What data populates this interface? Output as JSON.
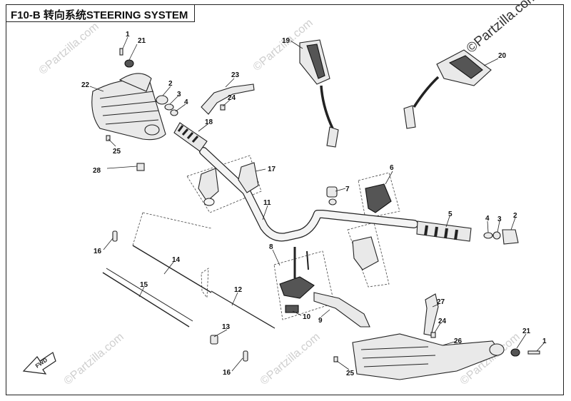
{
  "title": "F10-B 转向系统STEERING SYSTEM",
  "watermark_text": "©Partzilla.com",
  "direction_badge": "FWD",
  "callouts": [
    {
      "id": "c1a",
      "label": "1"
    },
    {
      "id": "c21a",
      "label": "21"
    },
    {
      "id": "c22",
      "label": "22"
    },
    {
      "id": "c2a",
      "label": "2"
    },
    {
      "id": "c3a",
      "label": "3"
    },
    {
      "id": "c4a",
      "label": "4"
    },
    {
      "id": "c23",
      "label": "23"
    },
    {
      "id": "c24a",
      "label": "24"
    },
    {
      "id": "c18",
      "label": "18"
    },
    {
      "id": "c25a",
      "label": "25"
    },
    {
      "id": "c19",
      "label": "19"
    },
    {
      "id": "c20",
      "label": "20"
    },
    {
      "id": "c28",
      "label": "28"
    },
    {
      "id": "c17",
      "label": "17"
    },
    {
      "id": "c6",
      "label": "6"
    },
    {
      "id": "c7",
      "label": "7"
    },
    {
      "id": "c11",
      "label": "11"
    },
    {
      "id": "c5",
      "label": "5"
    },
    {
      "id": "c4b",
      "label": "4"
    },
    {
      "id": "c3b",
      "label": "3"
    },
    {
      "id": "c2b",
      "label": "2"
    },
    {
      "id": "c16a",
      "label": "16"
    },
    {
      "id": "c14",
      "label": "14"
    },
    {
      "id": "c8",
      "label": "8"
    },
    {
      "id": "c15",
      "label": "15"
    },
    {
      "id": "c12",
      "label": "12"
    },
    {
      "id": "c10",
      "label": "10"
    },
    {
      "id": "c9",
      "label": "9"
    },
    {
      "id": "c27",
      "label": "27"
    },
    {
      "id": "c24b",
      "label": "24"
    },
    {
      "id": "c13",
      "label": "13"
    },
    {
      "id": "c21b",
      "label": "21"
    },
    {
      "id": "c1b",
      "label": "1"
    },
    {
      "id": "c26",
      "label": "26"
    },
    {
      "id": "c25b",
      "label": "25"
    },
    {
      "id": "c16b",
      "label": "16"
    }
  ]
}
